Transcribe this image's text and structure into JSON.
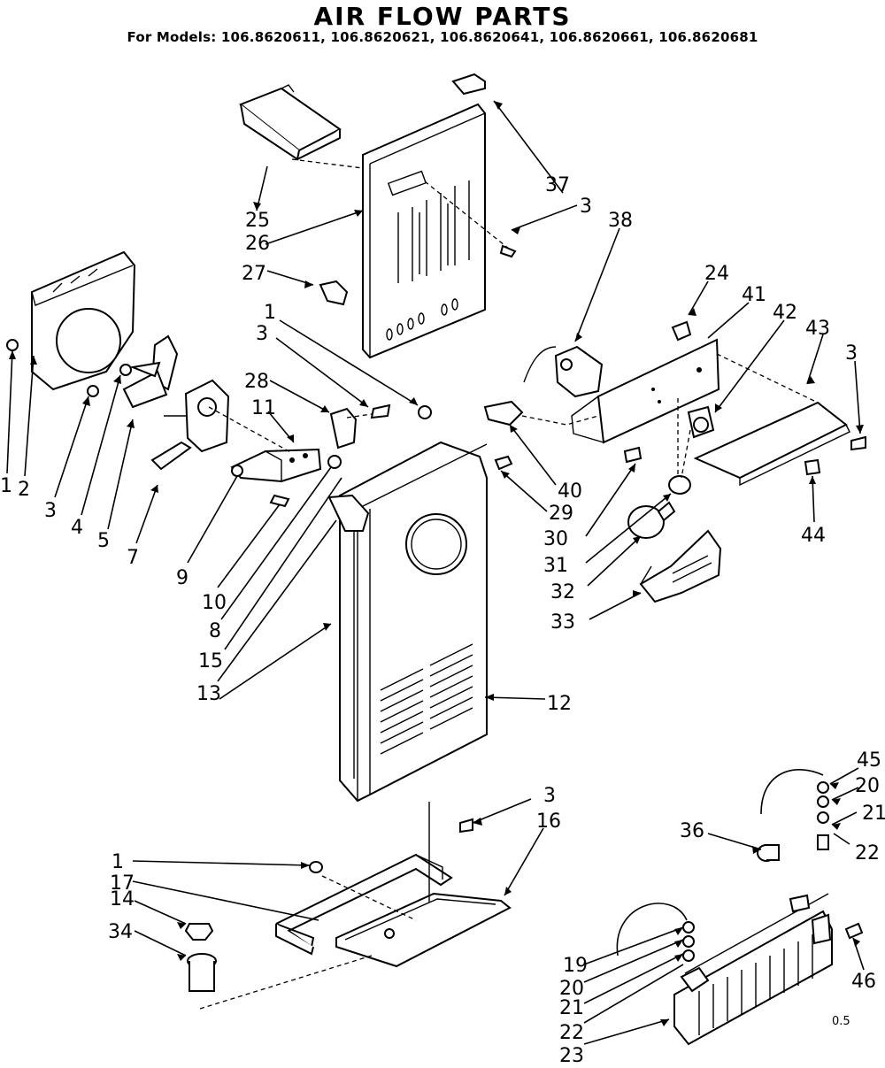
{
  "title": "AIR FLOW PARTS",
  "subtitle": "For Models: 106.8620611, 106.8620621, 106.8620641, 106.8620661, 106.8620681",
  "corner_mark": "0.5",
  "labels": {
    "l1a": "1",
    "l2": "2",
    "l3a": "3",
    "l4": "4",
    "l5": "5",
    "l7": "7",
    "l9": "9",
    "l10": "10",
    "l8": "8",
    "l15": "15",
    "l13": "13",
    "l11": "11",
    "l28": "28",
    "l3b": "3",
    "l1b": "1",
    "l25": "25",
    "l26": "26",
    "l27": "27",
    "l37": "37",
    "l3c": "3",
    "l38": "38",
    "l24": "24",
    "l41": "41",
    "l42": "42",
    "l43": "43",
    "l3d": "3",
    "l44": "44",
    "l40": "40",
    "l29": "29",
    "l30": "30",
    "l31": "31",
    "l32": "32",
    "l33": "33",
    "l12": "12",
    "l3e": "3",
    "l16": "16",
    "l1c": "1",
    "l17": "17",
    "l14": "14",
    "l34": "34",
    "l45": "45",
    "l20a": "20",
    "l21a": "21",
    "l22a": "22",
    "l36": "36",
    "l46": "46",
    "l19": "19",
    "l20b": "20",
    "l21b": "21",
    "l22b": "22",
    "l23": "23"
  }
}
